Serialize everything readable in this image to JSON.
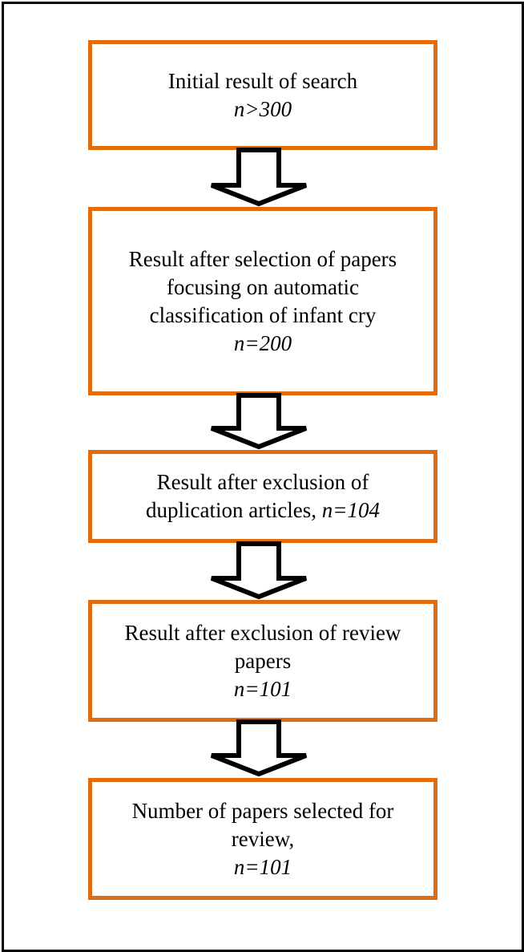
{
  "colors": {
    "border": "#e06c0c",
    "frame": "#000000",
    "text": "#000000"
  },
  "steps": [
    {
      "lines": [
        "Initial result of search"
      ],
      "count": "n>300"
    },
    {
      "lines": [
        "Result after selection of papers",
        "focusing on automatic",
        "classification of infant cry"
      ],
      "count": "n=200"
    },
    {
      "lines": [
        "Result after exclusion of",
        "duplication articles, "
      ],
      "count": "n=104"
    },
    {
      "lines": [
        "Result after exclusion of review",
        "papers"
      ],
      "count": "n=101"
    },
    {
      "lines": [
        "Number of papers selected for",
        "review,"
      ],
      "count": "n=101"
    }
  ]
}
